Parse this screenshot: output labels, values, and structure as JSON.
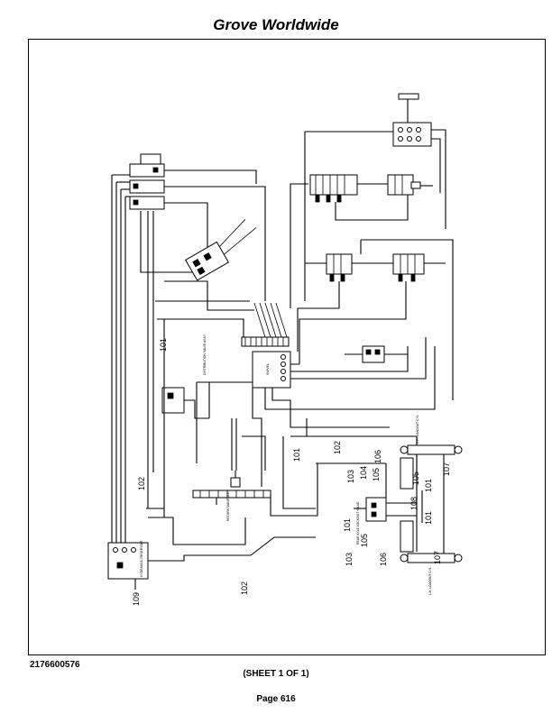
{
  "header": {
    "title": "Grove Worldwide"
  },
  "footer": {
    "part_number": "2176600576",
    "sheet": "(SHEET 1 OF 1)",
    "page": "Page 616"
  },
  "diagram": {
    "callouts": [
      "101",
      "101",
      "101",
      "101",
      "101",
      "102",
      "102",
      "102",
      "103",
      "103",
      "104",
      "105",
      "105",
      "105",
      "106",
      "106",
      "107",
      "107",
      "108",
      "109"
    ],
    "component_labels": [
      "R.H. LOADOUT CYL",
      "L.H. LOADOUT CYL",
      "RETURN MANIFOLD",
      "SWIVEL",
      "REAR AXLE LOCKOUT VALVE",
      "HYDRAULIC RESERVOIR",
      "DISTRIBUTION VALVE ASSY"
    ]
  }
}
